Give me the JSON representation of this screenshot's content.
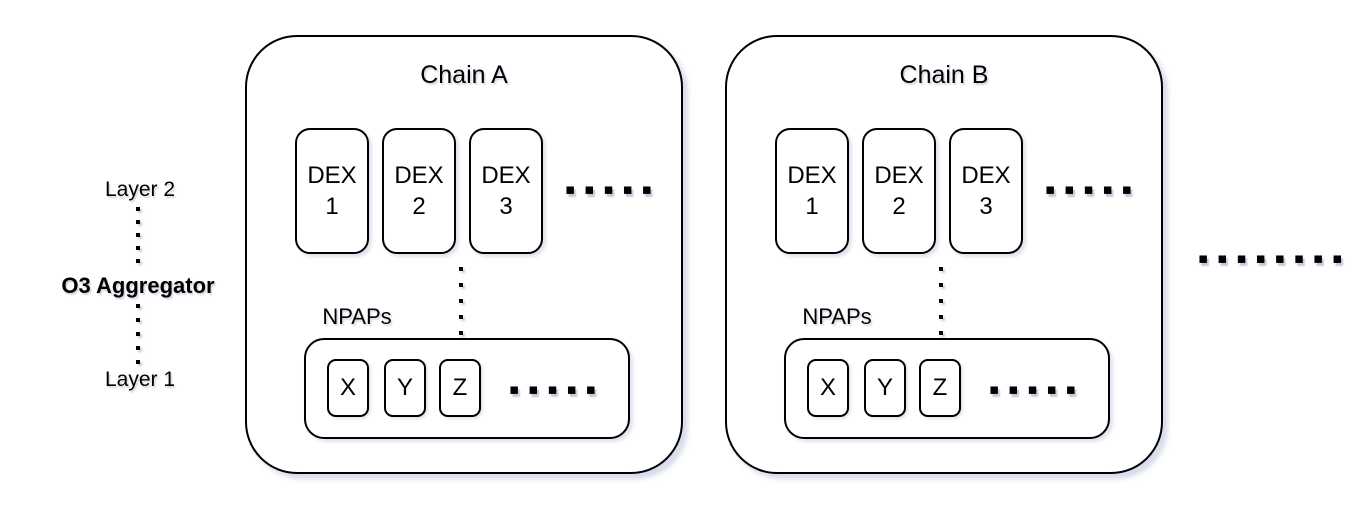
{
  "layers": {
    "layer2": "Layer 2",
    "aggregator": "O3 Aggregator",
    "layer1": "Layer 1"
  },
  "chains": [
    {
      "title": "Chain A",
      "dex": [
        {
          "label": "DEX",
          "num": "1"
        },
        {
          "label": "DEX",
          "num": "2"
        },
        {
          "label": "DEX",
          "num": "3"
        }
      ],
      "dex_more": "▪▪▪▪▪",
      "npaps_label": "NPAPs",
      "npaps": [
        "X",
        "Y",
        "Z"
      ],
      "npaps_more": "▪▪▪▪▪"
    },
    {
      "title": "Chain B",
      "dex": [
        {
          "label": "DEX",
          "num": "1"
        },
        {
          "label": "DEX",
          "num": "2"
        },
        {
          "label": "DEX",
          "num": "3"
        }
      ],
      "dex_more": "▪▪▪▪▪",
      "npaps_label": "NPAPs",
      "npaps": [
        "X",
        "Y",
        "Z"
      ],
      "npaps_more": "▪▪▪▪▪"
    }
  ],
  "more_chains": "▪▪▪▪▪▪▪▪",
  "colors": {
    "stroke": "#000000",
    "background": "#ffffff",
    "shadow": "#b6c0da"
  }
}
